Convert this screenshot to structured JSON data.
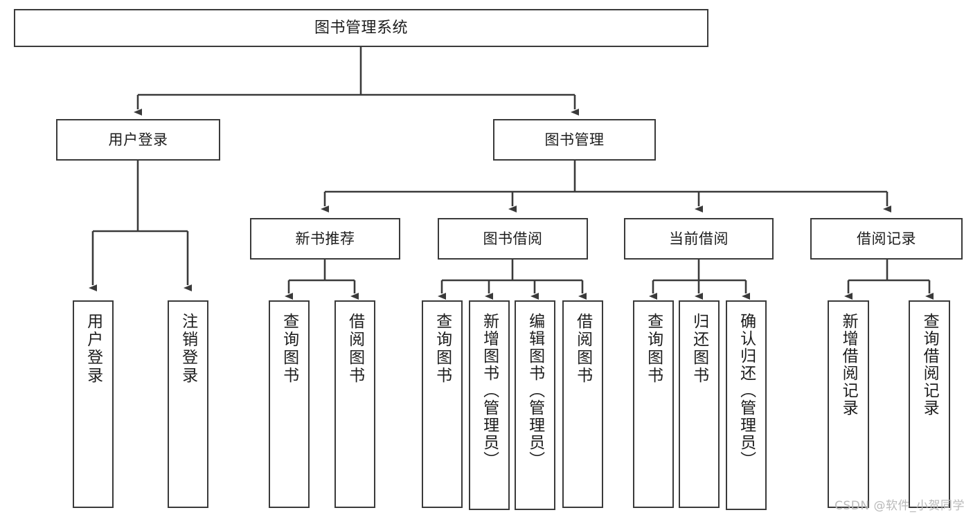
{
  "diagram": {
    "title": "图书管理系统",
    "type": "tree-hierarchy",
    "stroke_color": "#3a3a3a",
    "text_color": "#1d1d1d",
    "background_color": "#ffffff",
    "nodes": {
      "root": {
        "label": "图书管理系统"
      },
      "level2": [
        {
          "id": "user_login",
          "label": "用户登录"
        },
        {
          "id": "book_manage",
          "label": "图书管理"
        }
      ],
      "level3": [
        {
          "id": "new_book_rec",
          "label": "新书推荐"
        },
        {
          "id": "book_borrow",
          "label": "图书借阅"
        },
        {
          "id": "current_borrow",
          "label": "当前借阅"
        },
        {
          "id": "borrow_record",
          "label": "借阅记录"
        }
      ],
      "leaves": {
        "user_login": [
          {
            "id": "leaf_user_login",
            "label": "用户登录"
          },
          {
            "id": "leaf_user_logout",
            "label": "注销登录"
          }
        ],
        "new_book_rec": [
          {
            "id": "leaf_query_book_1",
            "label": "查询图书"
          },
          {
            "id": "leaf_borrow_book_1",
            "label": "借阅图书"
          }
        ],
        "book_borrow": [
          {
            "id": "leaf_query_book_2",
            "label": "查询图书"
          },
          {
            "id": "leaf_add_book",
            "label": "新增图书（管理员）"
          },
          {
            "id": "leaf_edit_book",
            "label": "编辑图书（管理员）"
          },
          {
            "id": "leaf_borrow_book_2",
            "label": "借阅图书"
          }
        ],
        "current_borrow": [
          {
            "id": "leaf_query_book_3",
            "label": "查询图书"
          },
          {
            "id": "leaf_return_book",
            "label": "归还图书"
          },
          {
            "id": "leaf_confirm_return",
            "label": "确认归还（管理员）"
          }
        ],
        "borrow_record": [
          {
            "id": "leaf_add_record",
            "label": "新增借阅记录"
          },
          {
            "id": "leaf_query_record",
            "label": "查询借阅记录"
          }
        ]
      }
    }
  },
  "watermark": {
    "text": "CSDN @软件_小贺同学"
  }
}
